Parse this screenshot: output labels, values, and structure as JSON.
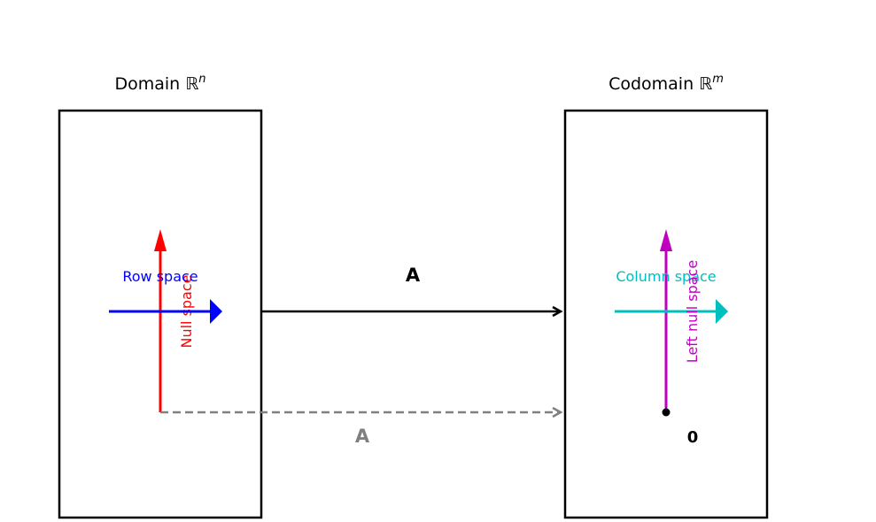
{
  "domain": {
    "title_prefix": "Domain ",
    "title_symbol": "ℝ",
    "title_exponent": "n",
    "row_space_label": "Row space",
    "null_space_label": "Null space"
  },
  "codomain": {
    "title_prefix": "Codomain ",
    "title_symbol": "ℝ",
    "title_exponent": "m",
    "column_space_label": "Column space",
    "left_null_space_label": "Left null space",
    "zero_label": "0"
  },
  "maps": {
    "row_to_column_label": "A",
    "null_to_zero_label": "A"
  },
  "colors": {
    "row_space": "#0000ff",
    "null_space": "#ff0000",
    "column_space": "#00bfbf",
    "left_null_space": "#bf00bf",
    "null_map": "#808080",
    "outline": "#000000"
  }
}
